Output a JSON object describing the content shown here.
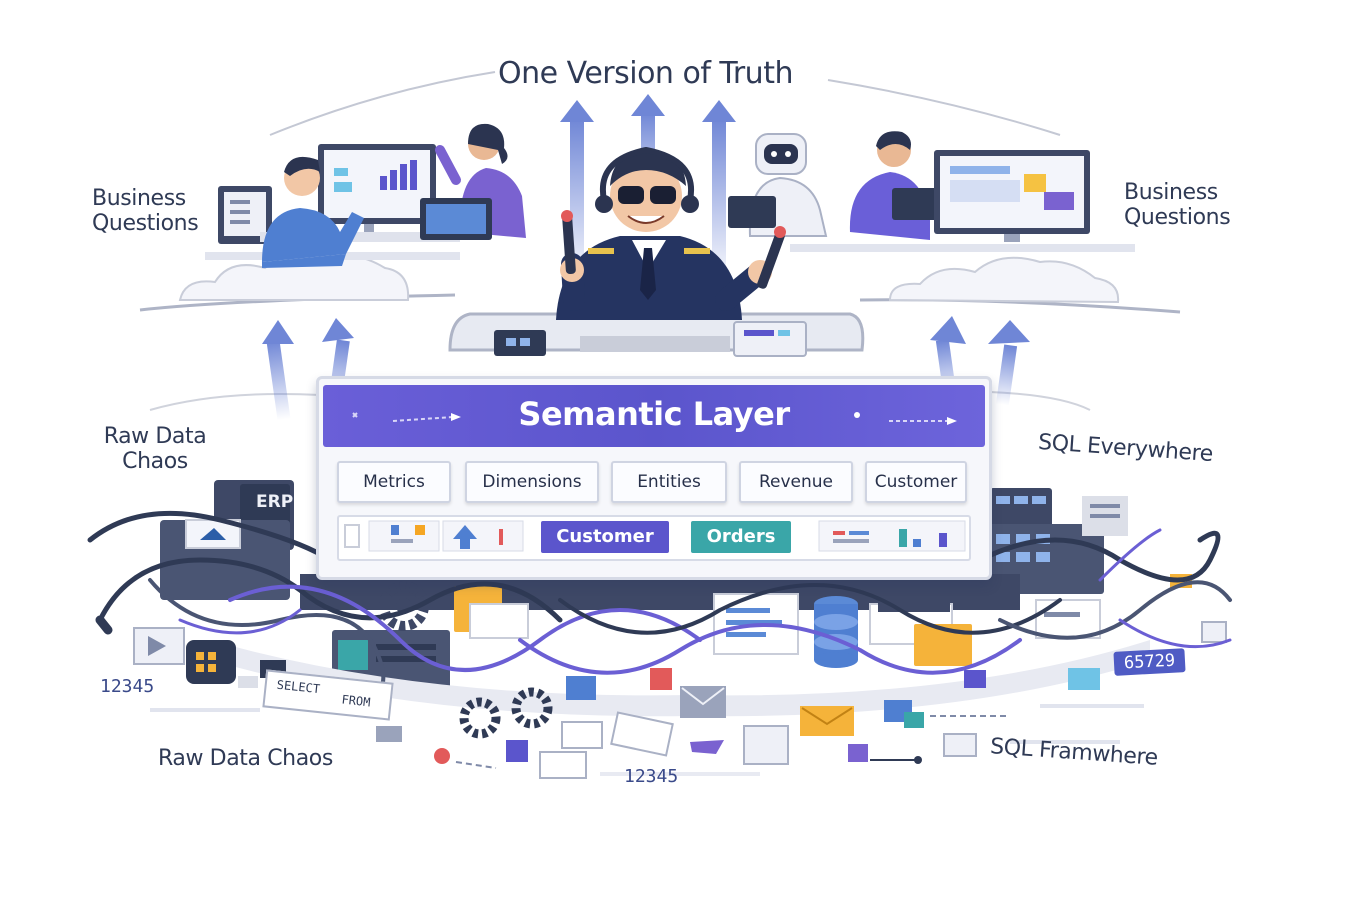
{
  "headline": "One Version of Truth",
  "left_label_top": "Business Questions",
  "right_label_top": "Business Questions",
  "left_label_mid": "Raw Data Chaos",
  "right_label_mid": "SQL Everywhere",
  "left_label_bottom": "Raw Data Chaos",
  "right_label_bottom": "SQL Framwhere",
  "semantic_layer": {
    "title": "Semantic Layer",
    "concepts": [
      "Metrics",
      "Dimensions",
      "Entities",
      "Revenue",
      "Customer"
    ],
    "entities": [
      {
        "label": "Customer",
        "color": "#5b55cc"
      },
      {
        "label": "Orders",
        "color": "#3aa6a8"
      }
    ]
  },
  "chaos_items": {
    "erp_label": "ERP",
    "number_left": "12345",
    "number_bottom": "12345",
    "number_right": "65729",
    "sql_snippet_1": "SELECT",
    "sql_snippet_2": "FROM"
  },
  "colors": {
    "accent": "#5b55cc",
    "teal": "#3aa6a8",
    "arrow": "#6f86d6",
    "dark": "#2f3a55",
    "orange": "#f5a623"
  }
}
